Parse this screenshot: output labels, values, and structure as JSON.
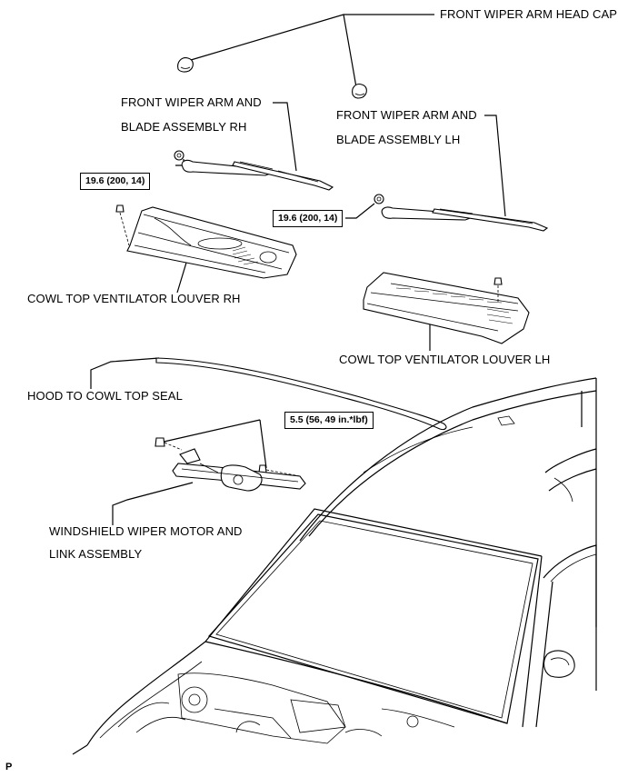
{
  "labels": {
    "head_cap": "FRONT WIPER ARM HEAD CAP",
    "arm_rh_line1": "FRONT WIPER ARM AND",
    "arm_rh_line2": "BLADE ASSEMBLY RH",
    "arm_lh_line1": "FRONT WIPER ARM AND",
    "arm_lh_line2": "BLADE ASSEMBLY LH",
    "louver_rh": "COWL TOP VENTILATOR LOUVER RH",
    "louver_lh": "COWL TOP VENTILATOR LOUVER LH",
    "seal": "HOOD TO COWL TOP SEAL",
    "motor_line1": "WINDSHIELD WIPER MOTOR AND",
    "motor_line2": "LINK ASSEMBLY"
  },
  "torque": {
    "arm_rh": "19.6 (200, 14)",
    "arm_lh": "19.6 (200, 14)",
    "motor": "5.5 (56, 49 in.*lbf)"
  },
  "corner_mark": "P"
}
